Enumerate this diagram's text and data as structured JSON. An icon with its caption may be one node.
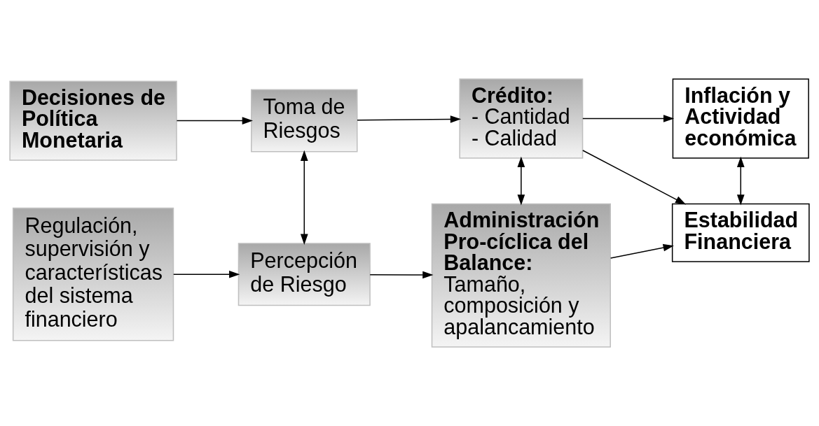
{
  "diagram": {
    "nodes": [
      {
        "text": [
          "Decisiones de Política Monetaria"
        ]
      },
      {
        "text": [
          "Toma de Riesgos"
        ]
      },
      {
        "text": [
          "Crédito:",
          "- Cantidad",
          "- Calidad"
        ]
      },
      {
        "text": [
          "Inflación y Actividad económica"
        ]
      },
      {
        "text": [
          "Estabilidad Financiera"
        ]
      },
      {
        "text": [
          "Regulación, supervisión y características del sistema financiero"
        ]
      },
      {
        "text": [
          "Percepción de Riesgo"
        ]
      },
      {
        "text": [
          "Administración Pro-cíclica del Balance:",
          "Tamaño, composición y apalancamiento"
        ]
      }
    ],
    "edges": [
      {
        "from": 0,
        "to": 1,
        "arrow": "to"
      },
      {
        "from": 1,
        "to": 2,
        "arrow": "to"
      },
      {
        "from": 2,
        "to": 3,
        "arrow": "to"
      },
      {
        "from": 2,
        "to": 4,
        "arrow": "to"
      },
      {
        "from": 3,
        "to": 4,
        "arrow": "both"
      },
      {
        "from": 1,
        "to": 6,
        "arrow": "both"
      },
      {
        "from": 2,
        "to": 7,
        "arrow": "both"
      },
      {
        "from": 7,
        "to": 4,
        "arrow": "to"
      },
      {
        "from": 5,
        "to": 6,
        "arrow": "to"
      },
      {
        "from": 6,
        "to": 7,
        "arrow": "to"
      }
    ]
  }
}
